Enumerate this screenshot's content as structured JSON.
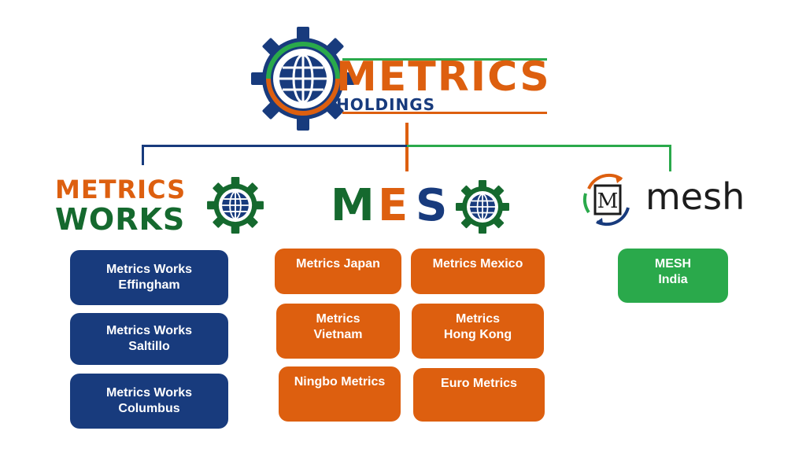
{
  "colors": {
    "blue": "#183b7d",
    "orange": "#dd5f0f",
    "green": "#2aa94b",
    "text_dark": "#1c1c1c"
  },
  "holdings_logo": {
    "word": "METRICS",
    "sub": "HOLDINGS",
    "icon": "globe-gear-icon"
  },
  "works_logo": {
    "line1": "METRICS",
    "line2": "WORKS",
    "icon": "globe-gear-icon"
  },
  "mes_logo": {
    "letters": [
      "M",
      "E",
      "S"
    ],
    "icon": "globe-gear-icon"
  },
  "mesh_logo": {
    "text": "mesh",
    "icon": "m-recycle-icon",
    "icon_letter": "M"
  },
  "works_boxes": [
    {
      "line1": "Metrics Works",
      "line2": "Effingham"
    },
    {
      "line1": "Metrics Works",
      "line2": "Saltillo"
    },
    {
      "line1": "Metrics Works",
      "line2": "Columbus"
    }
  ],
  "mes_boxes": [
    {
      "line1": "Metrics Japan",
      "line2": ""
    },
    {
      "line1": "Metrics Mexico",
      "line2": ""
    },
    {
      "line1": "Metrics",
      "line2": "Vietnam"
    },
    {
      "line1": "Metrics",
      "line2": "Hong Kong"
    },
    {
      "line1": "Ningbo Metrics",
      "line2": ""
    },
    {
      "line1": "Euro Metrics",
      "line2": ""
    }
  ],
  "mesh_boxes": [
    {
      "line1": "MESH",
      "line2": "India"
    }
  ]
}
